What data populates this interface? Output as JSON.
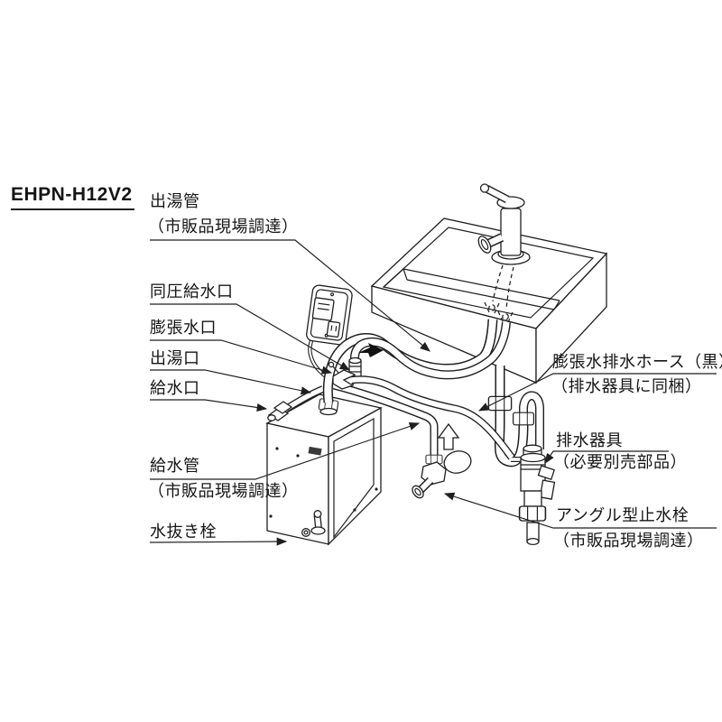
{
  "title": "EHPN-H12V2",
  "colors": {
    "line": "#1f1f1f",
    "background": "#ffffff"
  },
  "labels": {
    "left": [
      {
        "name": "hot-water-outlet-pipe",
        "lines": [
          "出湯管",
          "（市販品現場調達）"
        ]
      },
      {
        "name": "same-pressure-supply-port",
        "lines": [
          "同圧給水口"
        ]
      },
      {
        "name": "expansion-water-port",
        "lines": [
          "膨張水口"
        ]
      },
      {
        "name": "hot-water-outlet",
        "lines": [
          "出湯口"
        ]
      },
      {
        "name": "water-supply-port",
        "lines": [
          "給水口"
        ]
      },
      {
        "name": "water-supply-pipe",
        "lines": [
          "給水管",
          "（市販品現場調達）"
        ]
      },
      {
        "name": "drain-plug",
        "lines": [
          "水抜き栓"
        ]
      }
    ],
    "right": [
      {
        "name": "expansion-drain-hose",
        "lines": [
          "膨張水排水ホース（黒）",
          "（排水器具に同梱）"
        ]
      },
      {
        "name": "drain-fixture",
        "lines": [
          "排水器具",
          "（必要別売部品）"
        ]
      },
      {
        "name": "angle-stop-valve",
        "lines": [
          "アングル型止水栓",
          "（市販品現場調達）"
        ]
      }
    ]
  },
  "arrows": {
    "flow_direction": "flow-arrow-right",
    "supply_flow": "flow-arrow-up"
  }
}
